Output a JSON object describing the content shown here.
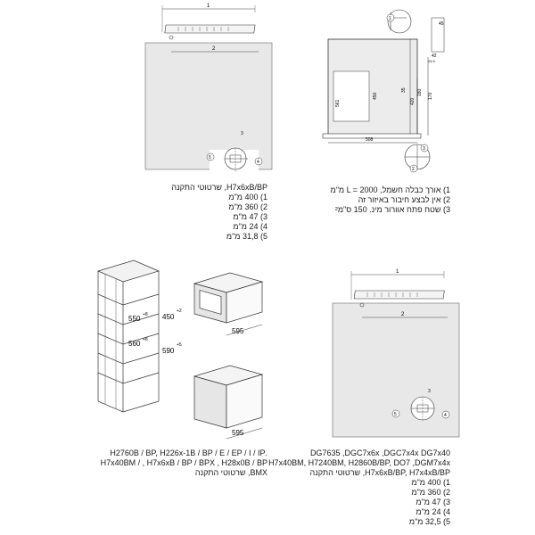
{
  "top_left": {
    "dim_labels": {
      "a": "1",
      "b": "2"
    },
    "detail_labels": {
      "d3": "3",
      "d4": "4",
      "d5": "5"
    },
    "caption": {
      "title": "H7x6xB/BP, שרטוטי התקנה",
      "items": [
        "1) 400 מ\"מ",
        "2) 360 מ\"מ",
        "3) 47 מ\"מ",
        "4) 24 מ\"מ",
        "5) 31,8 מ\"מ"
      ]
    }
  },
  "top_right": {
    "dim_labels": {
      "width": "508",
      "height_a": "561",
      "height_b": "450",
      "height_c": "420",
      "small_a": "35",
      "small_b": "180",
      "small_c": "170",
      "depth": "42",
      "corner": "45",
      "note": "24.5"
    },
    "detail_labels": {
      "d1": "1",
      "d2": "2",
      "d3": "3"
    },
    "caption": {
      "items": [
        "1) אורך כבלה חשמל, L = 2000 מ\"מ",
        "2) אין לבצע חיבור באיזור זה",
        "3) שטח פתח אוורור מינ. 150 ס\"מ²"
      ]
    }
  },
  "bottom_left": {
    "dim_labels": {
      "w_top": "595",
      "w_bottom": "595",
      "h_upper": "450",
      "h_upper_tol": "+2",
      "h_lower": "590",
      "h_lower_tol": "+5",
      "side_a": "550",
      "side_b": "560",
      "side_a_tol": "+8",
      "side_b_tol": "+8"
    },
    "caption": {
      "items": [
        ".H2760B / BP, H226x-1B / BP / E / EP / I / IP",
        "H7x40BM / , H7x6xB / BP / BPX , H28x0B / BP",
        "BMX, שרטוטי התקנה"
      ]
    }
  },
  "bottom_right": {
    "dim_labels": {
      "a": "1",
      "b": "2"
    },
    "detail_labels": {
      "d3": "3",
      "d4": "4",
      "d5": "5"
    },
    "caption": {
      "lines": [
        "DG7635 ,DGC7x6x ,DGC7x4x DG7x40",
        "H7x40BM, H7240BM, H2860B/BP, DO7 ,DGM7x4x",
        "H7x6xB/BP, H7x4xB/BP, שרטוטי התקנה"
      ],
      "items": [
        "1) 400 מ\"מ",
        "2) 360 מ\"מ",
        "3) 47 מ\"מ",
        "4) 24 מ\"מ",
        "5) 32,5 מ\"מ"
      ]
    }
  }
}
